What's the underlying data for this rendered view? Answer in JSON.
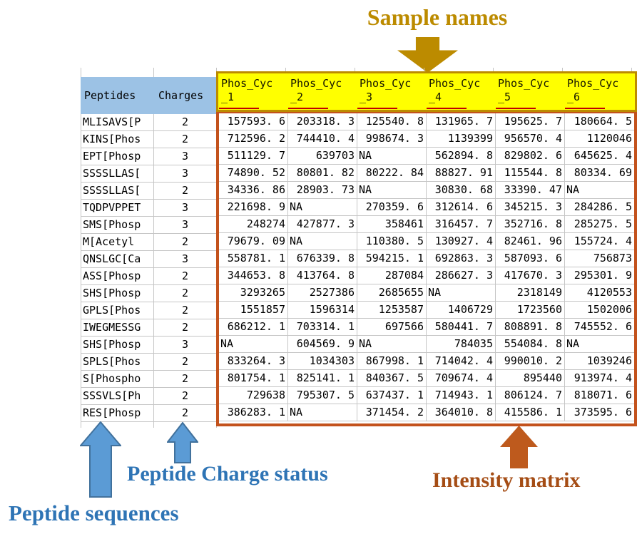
{
  "annotations": {
    "sample_names": "Sample names",
    "peptide_sequences": "Peptide sequences",
    "peptide_charge_status": "Peptide Charge status",
    "intensity_matrix": "Intensity matrix"
  },
  "table": {
    "peptides_header": "Peptides",
    "charges_header": "Charges",
    "na_text": "NA",
    "sample_headers": [
      {
        "name": "Phos_Cyc_1",
        "line1": "Phos_Cyc",
        "line2": "_1"
      },
      {
        "name": "Phos_Cyc_2",
        "line1": "Phos_Cyc",
        "line2": "_2"
      },
      {
        "name": "Phos_Cyc_3",
        "line1": "Phos_Cyc",
        "line2": "_3"
      },
      {
        "name": "Phos_Cyc_4",
        "line1": "Phos_Cyc",
        "line2": "_4"
      },
      {
        "name": "Phos_Cyc_5",
        "line1": "Phos_Cyc",
        "line2": "_5"
      },
      {
        "name": "Phos_Cyc_6",
        "line1": "Phos_Cyc",
        "line2": "_6"
      }
    ],
    "rows": [
      {
        "peptide": "MLISAVS[P",
        "charge": "2",
        "values": [
          "157593.6",
          "203318.3",
          "125540.8",
          "131965.7",
          "195625.7",
          "180664.5"
        ]
      },
      {
        "peptide": "KINS[Phos",
        "charge": "2",
        "values": [
          "712596.2",
          "744410.4",
          "998674.3",
          "1139399",
          "956570.4",
          "1120046"
        ]
      },
      {
        "peptide": "EPT[Phosp",
        "charge": "3",
        "values": [
          "511129.7",
          "639703",
          "NA",
          "562894.8",
          "829802.6",
          "645625.4"
        ]
      },
      {
        "peptide": "SSSSLLAS[",
        "charge": "3",
        "values": [
          "74890.52",
          "80801.82",
          "80222.84",
          "88827.91",
          "115544.8",
          "80334.69"
        ]
      },
      {
        "peptide": "SSSSLLAS[",
        "charge": "2",
        "values": [
          "34336.86",
          "28903.73",
          "NA",
          "30830.68",
          "33390.47",
          "NA"
        ]
      },
      {
        "peptide": "TQDPVPPET",
        "charge": "3",
        "values": [
          "221698.9",
          "NA",
          "270359.6",
          "312614.6",
          "345215.3",
          "284286.5"
        ]
      },
      {
        "peptide": "SMS[Phosp",
        "charge": "3",
        "values": [
          "248274",
          "427877.3",
          "358461",
          "316457.7",
          "352716.8",
          "285275.5"
        ]
      },
      {
        "peptide": "M[Acetyl",
        "charge": "2",
        "values": [
          "79679.09",
          "NA",
          "110380.5",
          "130927.4",
          "82461.96",
          "155724.4"
        ]
      },
      {
        "peptide": "QNSLGC[Ca",
        "charge": "3",
        "values": [
          "558781.1",
          "676339.8",
          "594215.1",
          "692863.3",
          "587093.6",
          "756873"
        ]
      },
      {
        "peptide": "ASS[Phosp",
        "charge": "2",
        "values": [
          "344653.8",
          "413764.8",
          "287084",
          "286627.3",
          "417670.3",
          "295301.9"
        ]
      },
      {
        "peptide": "SHS[Phosp",
        "charge": "2",
        "values": [
          "3293265",
          "2527386",
          "2685655",
          "NA",
          "2318149",
          "4120553"
        ]
      },
      {
        "peptide": "GPLS[Phos",
        "charge": "2",
        "values": [
          "1551857",
          "1596314",
          "1253587",
          "1406729",
          "1723560",
          "1502006"
        ]
      },
      {
        "peptide": "IWEGMESSG",
        "charge": "2",
        "values": [
          "686212.1",
          "703314.1",
          "697566",
          "580441.7",
          "808891.8",
          "745552.6"
        ]
      },
      {
        "peptide": "SHS[Phosp",
        "charge": "3",
        "values": [
          "NA",
          "604569.9",
          "NA",
          "784035",
          "554084.8",
          "NA"
        ]
      },
      {
        "peptide": "SPLS[Phos",
        "charge": "2",
        "values": [
          "833264.3",
          "1034303",
          "867998.1",
          "714042.4",
          "990010.2",
          "1039246"
        ]
      },
      {
        "peptide": "S[Phospho",
        "charge": "2",
        "values": [
          "801754.1",
          "825141.1",
          "840367.5",
          "709674.4",
          "895440",
          "913974.4"
        ]
      },
      {
        "peptide": "SSSVLS[Ph",
        "charge": "2",
        "values": [
          "729638",
          "795307.5",
          "637437.1",
          "714943.1",
          "806124.7",
          "818071.6"
        ]
      },
      {
        "peptide": "RES[Phosp",
        "charge": "2",
        "values": [
          "386283.1",
          "NA",
          "371454.2",
          "364010.8",
          "415586.1",
          "373595.6"
        ]
      }
    ]
  },
  "colors": {
    "gold_accent": "#BC8B00",
    "header_yellow": "#FFFF00",
    "header_blue": "#9CC2E5",
    "matrix_border": "#C3521C",
    "blue_annotation": "#2E74B5",
    "arrow_blue_fill": "#5B9BD5",
    "arrow_blue_stroke": "#41719C",
    "orange_annotation": "#A54D15",
    "arrow_orange": "#BE5A1D",
    "grid_line": "#C6C6C6",
    "header_underline_red": "#C00000"
  }
}
